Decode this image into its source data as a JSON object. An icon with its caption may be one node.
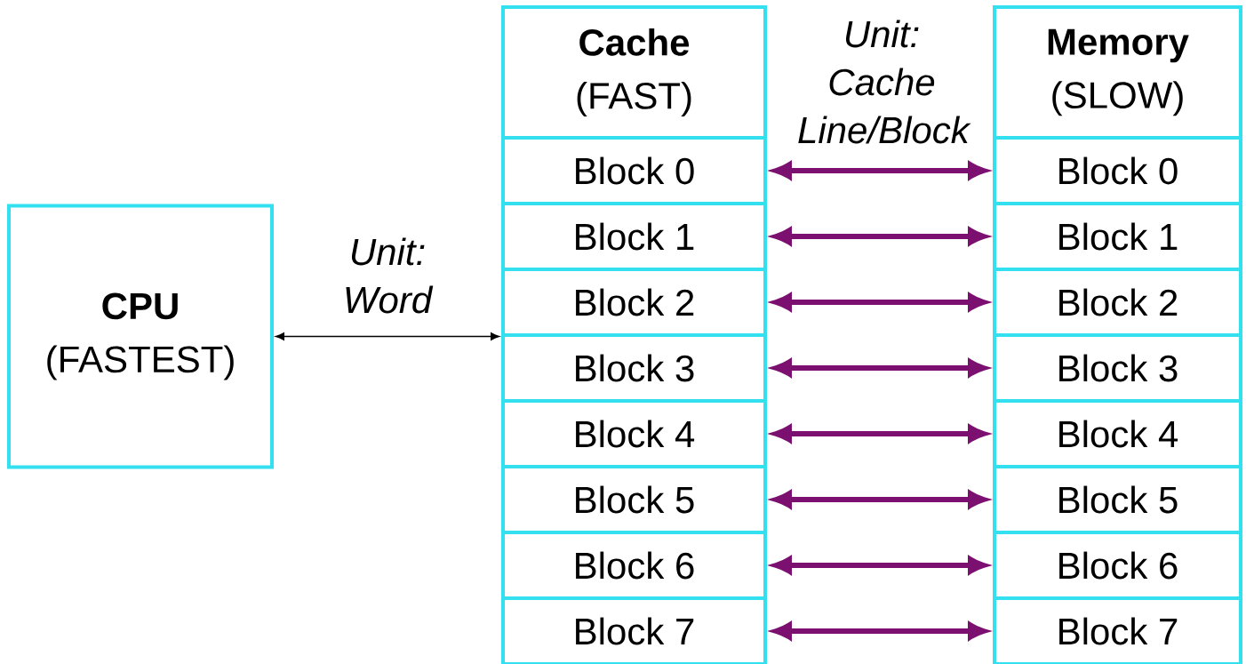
{
  "diagram": {
    "nodes": [
      {
        "text": [
          "CPU",
          "(FASTEST)"
        ]
      },
      {
        "text": [
          "Cache",
          "(FAST)"
        ]
      },
      {
        "text": [
          "Block 0"
        ],
        "in": 1
      },
      {
        "text": [
          "Block 1"
        ],
        "in": 1
      },
      {
        "text": [
          "Block 2"
        ],
        "in": 1
      },
      {
        "text": [
          "Block 3"
        ],
        "in": 1
      },
      {
        "text": [
          "Block 4"
        ],
        "in": 1
      },
      {
        "text": [
          "Block 5"
        ],
        "in": 1
      },
      {
        "text": [
          "Block 6"
        ],
        "in": 1
      },
      {
        "text": [
          "Block 7"
        ],
        "in": 1
      },
      {
        "text": [
          "Memory",
          "(SLOW)"
        ]
      },
      {
        "text": [
          "Block 0"
        ],
        "in": 10
      },
      {
        "text": [
          "Block 1"
        ],
        "in": 10
      },
      {
        "text": [
          "Block 2"
        ],
        "in": 10
      },
      {
        "text": [
          "Block 3"
        ],
        "in": 10
      },
      {
        "text": [
          "Block 4"
        ],
        "in": 10
      },
      {
        "text": [
          "Block 5"
        ],
        "in": 10
      },
      {
        "text": [
          "Block 6"
        ],
        "in": 10
      },
      {
        "text": [
          "Block 7"
        ],
        "in": 10
      }
    ],
    "edges": [
      {
        "from": 0,
        "to": 1,
        "arrow": "both",
        "label": "Unit: Word",
        "color": "#000000"
      },
      {
        "from": 2,
        "to": 11,
        "arrow": "both"
      },
      {
        "from": 3,
        "to": 12,
        "arrow": "both"
      },
      {
        "from": 4,
        "to": 13,
        "arrow": "both"
      },
      {
        "from": 5,
        "to": 14,
        "arrow": "both"
      },
      {
        "from": 6,
        "to": 15,
        "arrow": "both"
      },
      {
        "from": 7,
        "to": 16,
        "arrow": "both"
      },
      {
        "from": 8,
        "to": 17,
        "arrow": "both"
      },
      {
        "from": 9,
        "to": 18,
        "arrow": "both"
      }
    ],
    "labels": [
      "Unit: Cache Line/Block"
    ]
  }
}
